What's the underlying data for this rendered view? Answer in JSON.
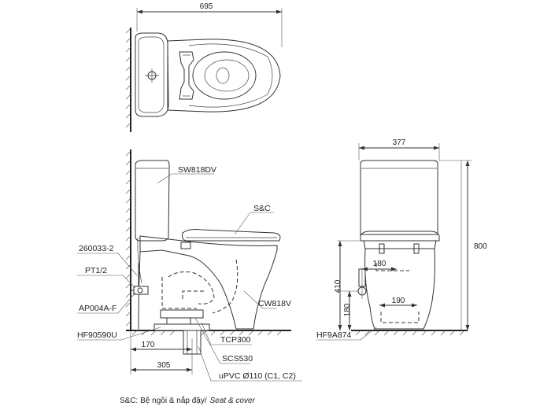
{
  "diagram": {
    "dimensions": {
      "top_width": "695",
      "front_width": "377",
      "front_height": "800",
      "dim_180_upper": "180",
      "dim_190": "190",
      "dim_410": "410",
      "dim_180_lower": "180",
      "dim_170": "170",
      "dim_305": "305"
    },
    "labels": {
      "tank": "SW818DV",
      "seat": "S&C",
      "bowl": "CW818V",
      "supply_valve": "260033-2",
      "thread": "PT1/2",
      "stop_valve": "AP004A-F",
      "flange": "HF90590U",
      "floor_pipe": "TCP300",
      "socket": "SCS530",
      "pipe": "uPVC Ø110 (C1, C2)",
      "front_flange": "HF9A874"
    },
    "caption": {
      "text": "S&C: Bệ ngồi & nắp đậy/",
      "text_en": "Seat & cover"
    }
  }
}
